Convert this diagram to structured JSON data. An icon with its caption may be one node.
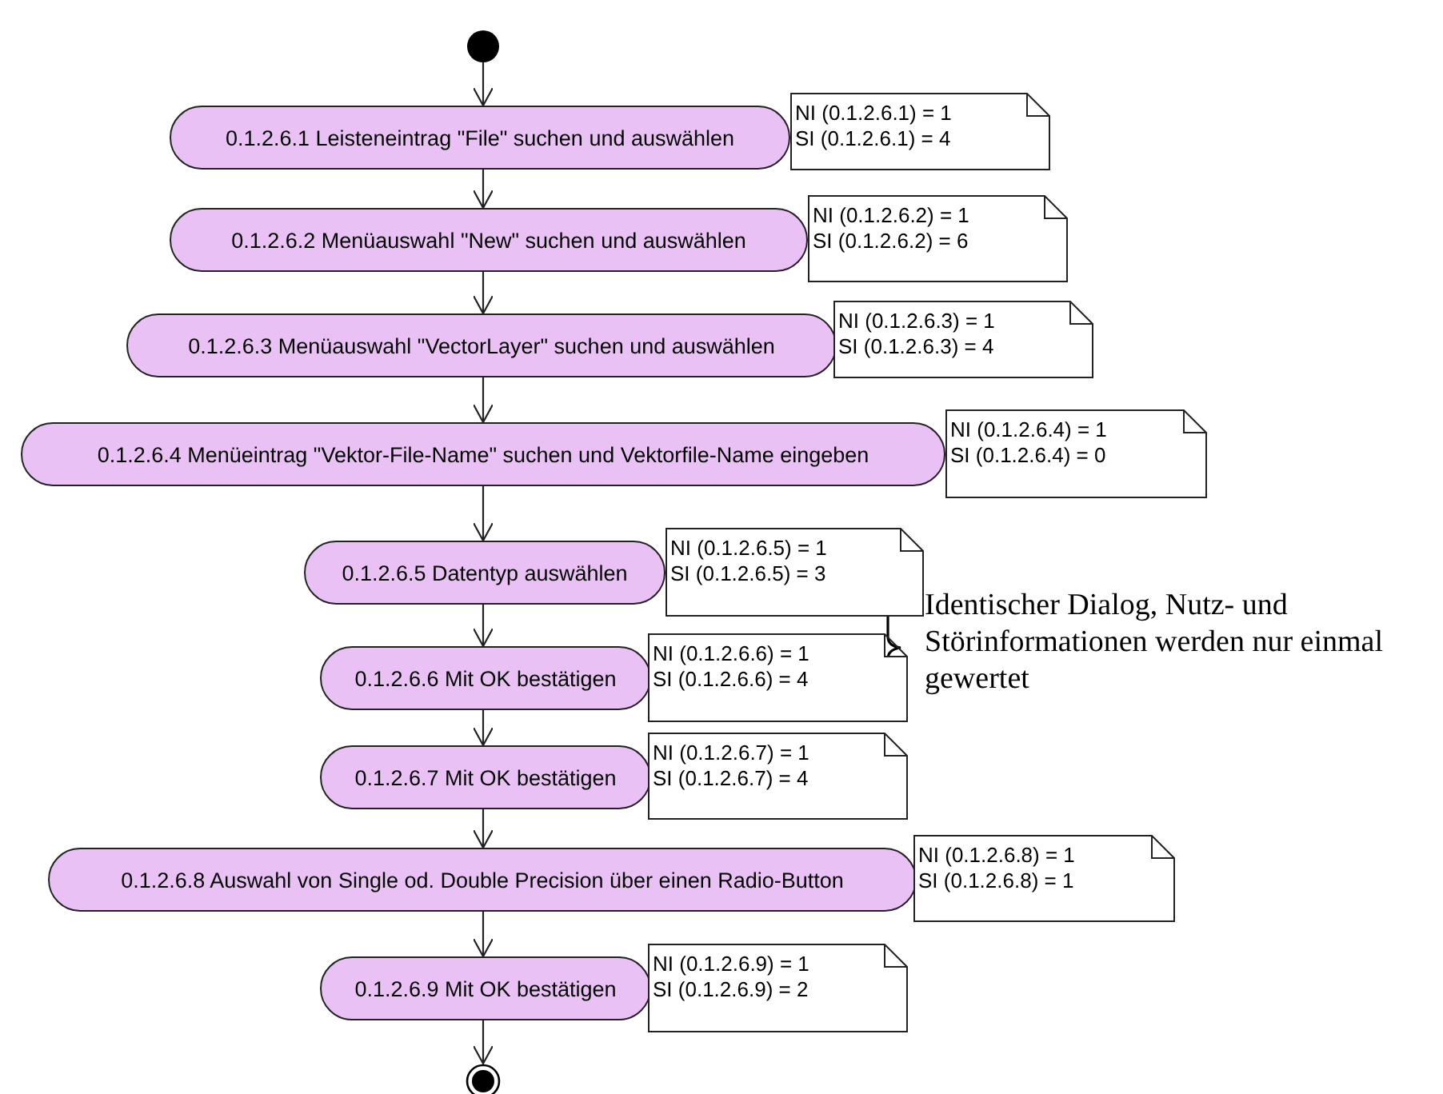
{
  "diagram": {
    "nodes": [
      {
        "text": [],
        "shape": "circle"
      },
      {
        "text": [
          "0.1.2.6.1 Leisteneintrag \"File\" suchen und auswählen"
        ]
      },
      {
        "text": [
          "NI (0.1.2.6.1) = 1",
          "SI (0.1.2.6.1) = 4"
        ]
      },
      {
        "text": [
          "0.1.2.6.2 Menüauswahl \"New\" suchen und auswählen"
        ]
      },
      {
        "text": [
          "NI (0.1.2.6.2) = 1",
          "SI (0.1.2.6.2) = 6"
        ]
      },
      {
        "text": [
          "0.1.2.6.3 Menüauswahl \"VectorLayer\" suchen und auswählen"
        ]
      },
      {
        "text": [
          "NI (0.1.2.6.3) = 1",
          "SI (0.1.2.6.3) = 4"
        ]
      },
      {
        "text": [
          "0.1.2.6.4 Menüeintrag \"Vektor-File-Name\" suchen und Vektorfile-Name eingeben"
        ]
      },
      {
        "text": [
          "NI (0.1.2.6.4) = 1",
          "SI (0.1.2.6.4) = 0"
        ]
      },
      {
        "text": [
          "0.1.2.6.5 Datentyp auswählen"
        ]
      },
      {
        "text": [
          "NI (0.1.2.6.5) = 1",
          "SI (0.1.2.6.5) = 3"
        ]
      },
      {
        "text": [
          "0.1.2.6.6 Mit OK bestätigen"
        ]
      },
      {
        "text": [
          "NI (0.1.2.6.6) = 1",
          "SI (0.1.2.6.6) = 4"
        ]
      },
      {
        "text": [
          "0.1.2.6.7 Mit OK bestätigen"
        ]
      },
      {
        "text": [
          "NI (0.1.2.6.7) = 1",
          "SI (0.1.2.6.7) = 4"
        ]
      },
      {
        "text": [
          "0.1.2.6.8 Auswahl von Single od. Double Precision über einen Radio-Button"
        ]
      },
      {
        "text": [
          "NI (0.1.2.6.8) = 1",
          "SI (0.1.2.6.8) = 1"
        ]
      },
      {
        "text": [
          "0.1.2.6.9 Mit OK bestätigen"
        ]
      },
      {
        "text": [
          "NI (0.1.2.6.9) = 1",
          "SI (0.1.2.6.9) = 2"
        ]
      },
      {
        "text": [],
        "shape": "circle"
      }
    ],
    "edges": [
      {
        "from": 0,
        "to": 1,
        "arrow": "to"
      },
      {
        "from": 1,
        "to": 3,
        "arrow": "to"
      },
      {
        "from": 3,
        "to": 5,
        "arrow": "to"
      },
      {
        "from": 5,
        "to": 7,
        "arrow": "to"
      },
      {
        "from": 7,
        "to": 9,
        "arrow": "to"
      },
      {
        "from": 9,
        "to": 11,
        "arrow": "to"
      },
      {
        "from": 11,
        "to": 13,
        "arrow": "to"
      },
      {
        "from": 13,
        "to": 15,
        "arrow": "to"
      },
      {
        "from": 15,
        "to": 17,
        "arrow": "to"
      },
      {
        "from": 17,
        "to": 19,
        "arrow": "to"
      }
    ],
    "labels": [
      "Identischer Dialog, Nutz- und Störinformationen werden nur einmal gewertet"
    ]
  }
}
